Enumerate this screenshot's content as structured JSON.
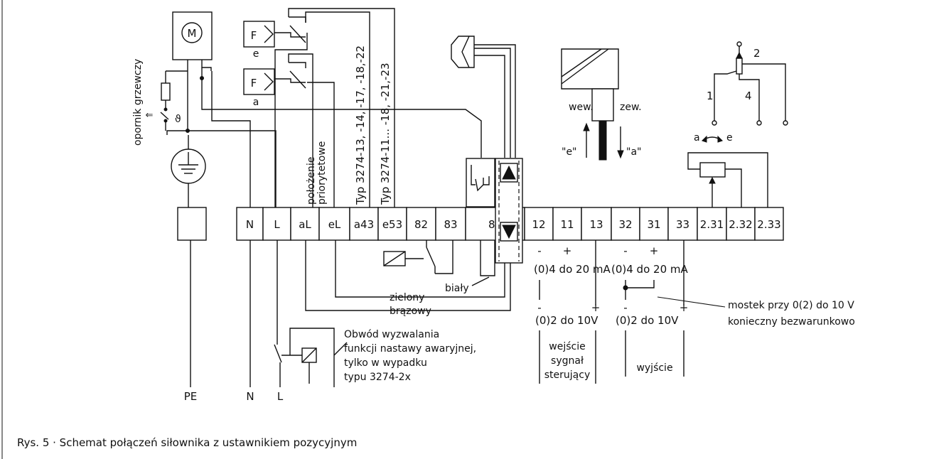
{
  "labels": {
    "heater": "opornik grzewczy",
    "motor": "M",
    "switch_f": "F",
    "switch_e": "e",
    "switch_a": "a",
    "theta": "ϑ",
    "priority_1": "położenie",
    "priority_2": "priorytetowe",
    "type_1": "Typ 3274-13, -14, -17, -18,-22",
    "type_2": "Typ 3274-11... -18, -21,-23",
    "wew": "wew.",
    "zew": "zew.",
    "quote_e": "\"e\"",
    "quote_a": "\"a\"",
    "lever_1": "1",
    "lever_2": "2",
    "lever_4": "4",
    "pot_a": "a",
    "pot_e": "e",
    "bialy": "biały",
    "zielony": "zielony",
    "brazowy": "brązowy",
    "ma_in": "(0)4 do 20 mA",
    "ma_out": "(0)4 do 20 mA",
    "v_in": "(0)2 do 10V",
    "v_out": "(0)2 do 10V",
    "minus": "-",
    "plus": "+",
    "mostek_1": "mostek przy 0(2) do 10 V",
    "mostek_2": "konieczny bezwarunkowo",
    "wejscie_1": "wejście",
    "wejscie_2": "sygnał",
    "wejscie_3": "sterujący",
    "wyjscie": "wyjście",
    "circuit_1": "Obwód wyzwalania",
    "circuit_2": "funkcji nastawy awaryjnej,",
    "circuit_3": "tylko w wypadku",
    "circuit_4": "typu 3274-2x",
    "pe": "PE",
    "n": "N",
    "l": "L"
  },
  "terminals": [
    "N",
    "L",
    "aL",
    "eL",
    "a43",
    "e53",
    "82",
    "83",
    "81",
    "12",
    "11",
    "13",
    "32",
    "31",
    "33",
    "2.31",
    "2.32",
    "2.33"
  ],
  "caption": "Rys. 5 · Schemat połączeń siłownika z ustawnikiem pozycyjnym"
}
